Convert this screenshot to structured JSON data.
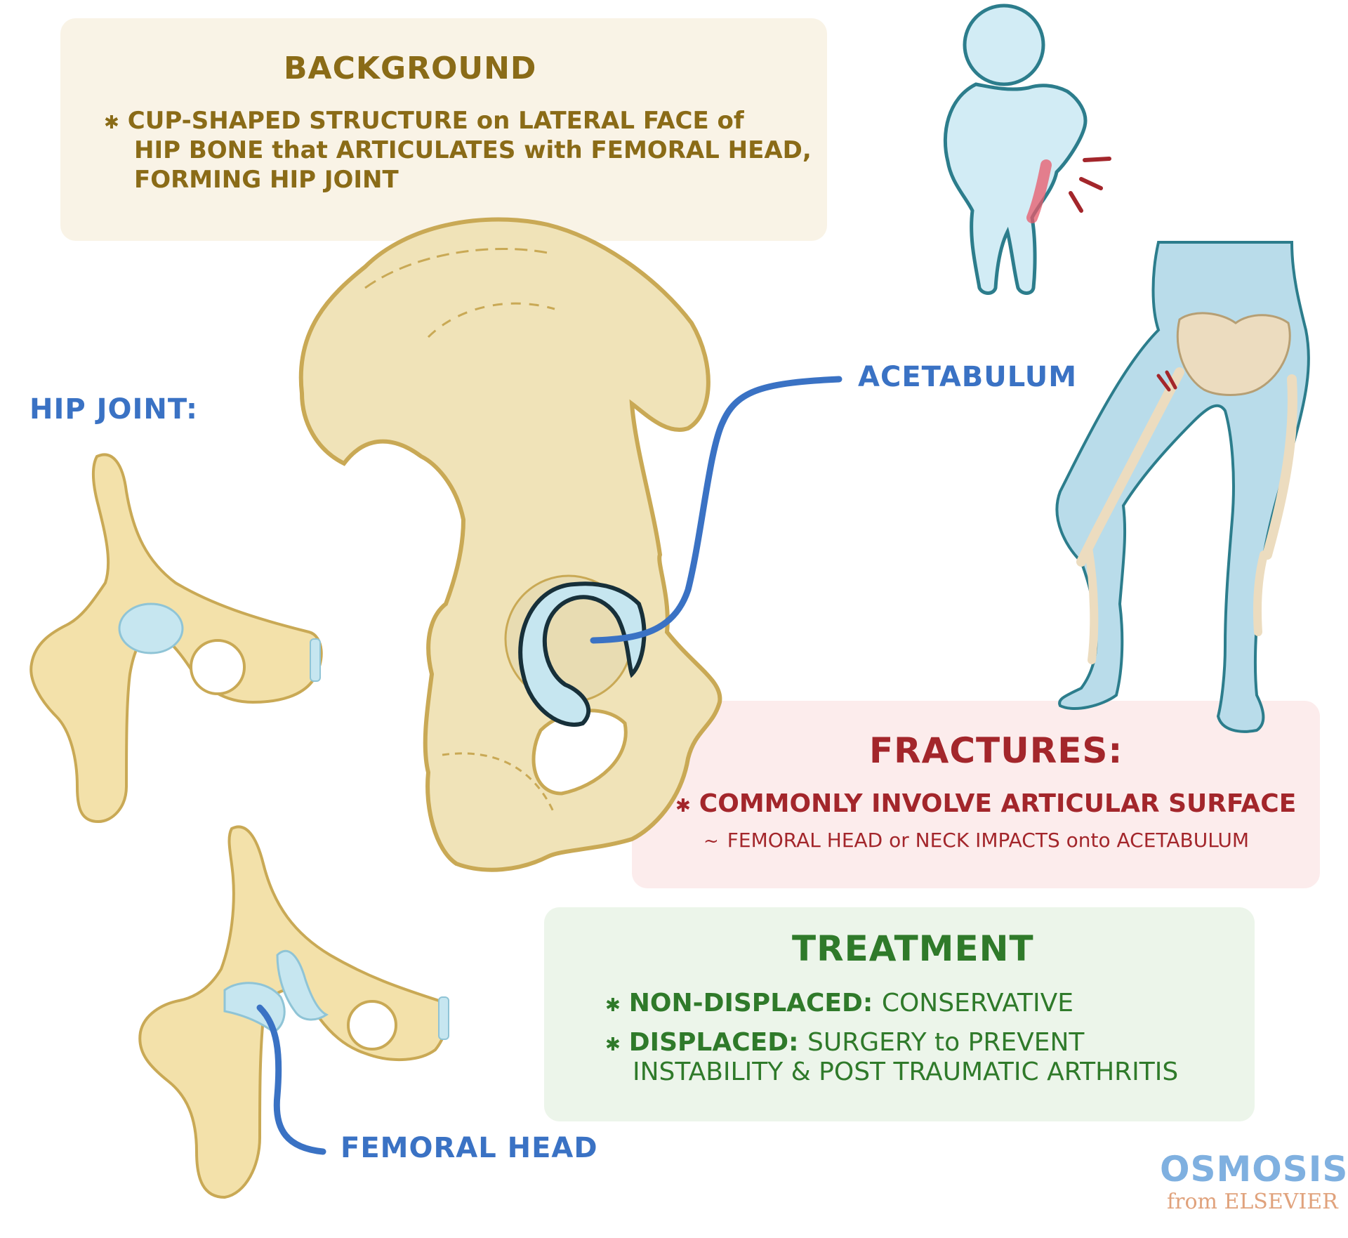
{
  "background": {
    "heading": "BACKGROUND",
    "lines": [
      "CUP-SHAPED STRUCTURE on LATERAL FACE of",
      "HIP BONE that ARTICULATES with FEMORAL HEAD,",
      "FORMING HIP JOINT"
    ]
  },
  "labels": {
    "hip_joint": "HIP JOINT:",
    "acetabulum": "ACETABULUM",
    "femoral_head": "FEMORAL HEAD"
  },
  "fractures": {
    "heading": "FRACTURES:",
    "bullet": "COMMONLY INVOLVE ARTICULAR SURFACE",
    "sub": "FEMORAL HEAD or NECK IMPACTS onto ACETABULUM"
  },
  "treatment": {
    "heading": "TREATMENT",
    "items": [
      {
        "term": "NON-DISPLACED:",
        "desc": "CONSERVATIVE"
      },
      {
        "term": "DISPLACED:",
        "desc": "SURGERY to PREVENT"
      }
    ],
    "continuation": "INSTABILITY & POST TRAUMATIC ARTHRITIS"
  },
  "logo": {
    "name": "OSMOSIS",
    "sub": "from ELSEVIER"
  },
  "colors": {
    "bone": "#f0e3b8",
    "bone_outline": "#c9a955",
    "cartilage": "#c6e6f0",
    "skin_blue": "#b9dcea",
    "skin_outline": "#2c7d8c",
    "pointer_blue": "#3a72c4",
    "fracture_red": "#a3262b"
  }
}
